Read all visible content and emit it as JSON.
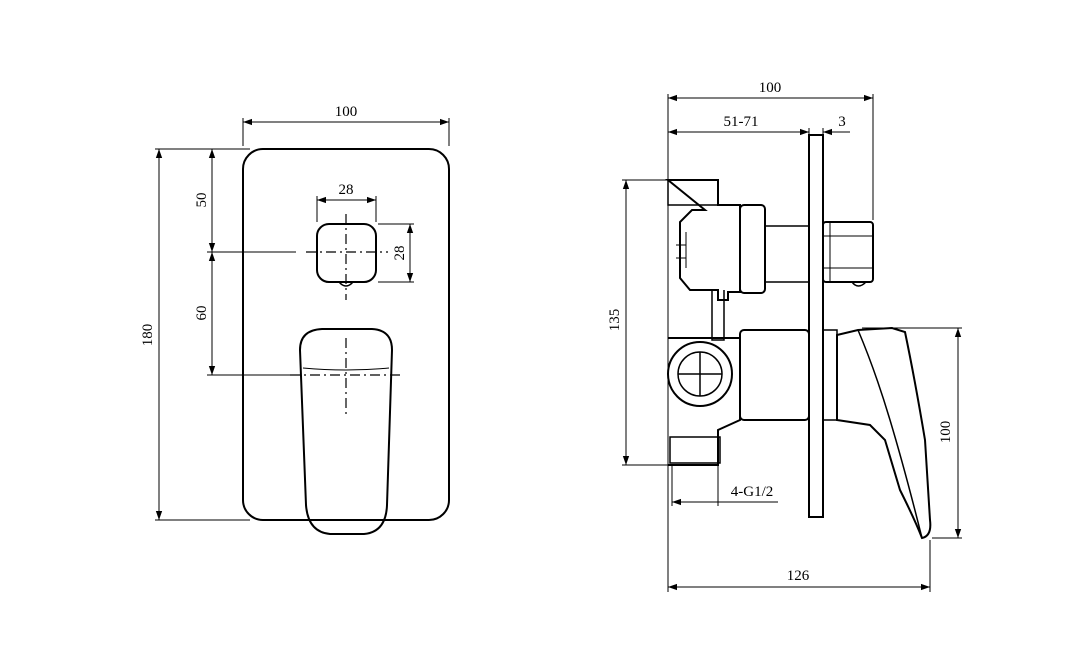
{
  "front_view": {
    "width_label": "100",
    "height_label": "180",
    "top_offset_label": "50",
    "center_spacing_label": "60",
    "button_width_label": "28",
    "button_height_label": "28"
  },
  "side_view": {
    "overall_width_label": "100",
    "depth_range_label": "51-71",
    "plate_thickness_label": "3",
    "height_label": "135",
    "handle_height_label": "100",
    "overall_depth_label": "126",
    "connection_label": "4-G1/2"
  }
}
